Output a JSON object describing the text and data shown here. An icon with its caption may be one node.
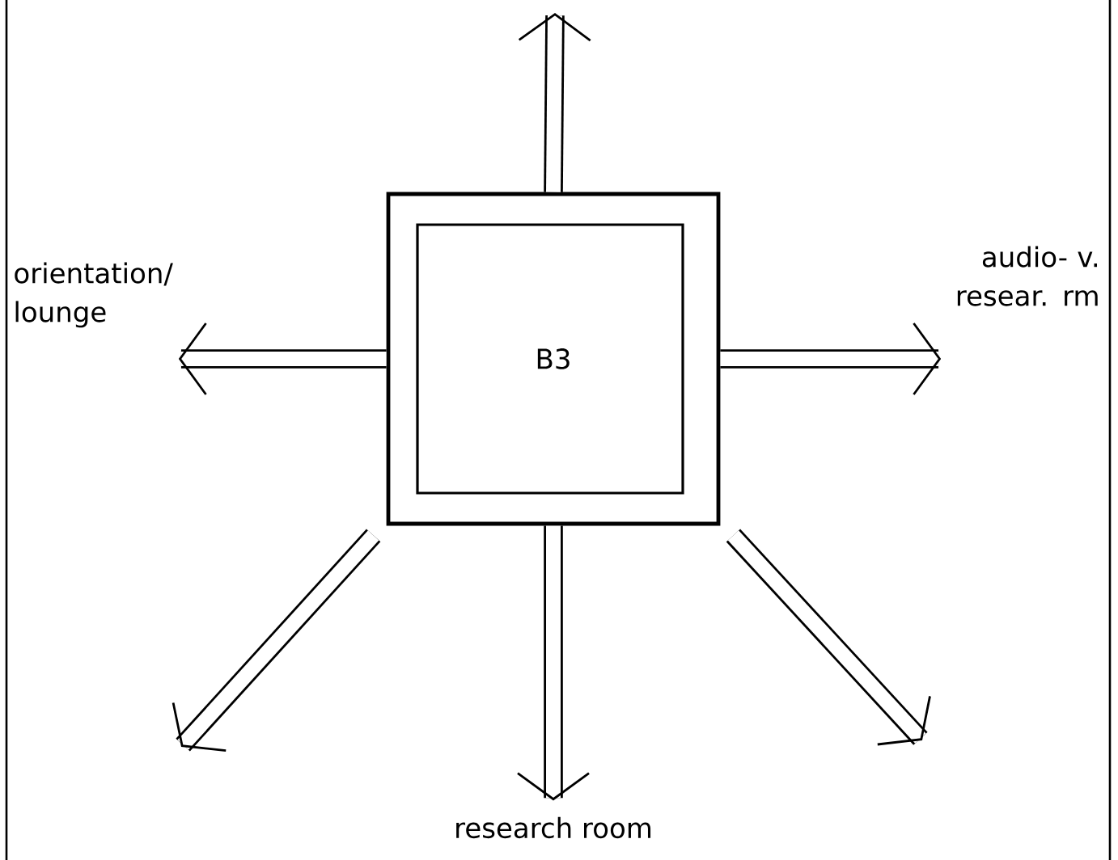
{
  "diagram": {
    "nodes": [
      {
        "text": [
          "B3"
        ]
      },
      {
        "text": [
          "orientation/ lounge"
        ]
      },
      {
        "text": [
          "audio- v. resear. rm"
        ]
      },
      {
        "text": [
          "research room"
        ]
      }
    ],
    "edges": [
      {
        "from": 0,
        "to": null,
        "arrow": "to"
      },
      {
        "from": 0,
        "to": 1,
        "arrow": "to"
      },
      {
        "from": 0,
        "to": 2,
        "arrow": "to"
      },
      {
        "from": 0,
        "to": null,
        "arrow": "to"
      },
      {
        "from": 0,
        "to": 3,
        "arrow": "to"
      },
      {
        "from": 0,
        "to": null,
        "arrow": "to"
      }
    ]
  }
}
